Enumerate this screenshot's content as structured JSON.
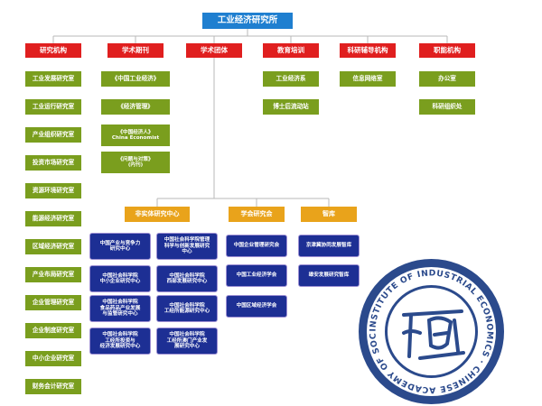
{
  "root": "工业经济研究所",
  "categories": [
    "研究机构",
    "学术期刊",
    "学术团体",
    "教育培训",
    "科研辅导机构",
    "职能机构"
  ],
  "research_units": [
    "工业发展研究室",
    "工业运行研究室",
    "产业组织研究室",
    "投资市场研究室",
    "资源环境研究室",
    "能源经济研究室",
    "区域经济研究室",
    "产业布局研究室",
    "企业管理研究室",
    "企业制度研究室",
    "中小企业研究室",
    "财务会计研究室"
  ],
  "journals": [
    "《中国工业经济》",
    "《经济管理》",
    "《中国经济人》\nChina Economist",
    "《问题与对策》\n(内刊)"
  ],
  "education": [
    "工业经济系",
    "博士后流动站"
  ],
  "research_support": [
    "信息网络室"
  ],
  "functional": [
    "办公室",
    "科研组织处"
  ],
  "academic_groups": [
    "非实体研究中心",
    "学会研究会",
    "智库"
  ],
  "centers_left": [
    "中国产业与竞争力\n研究中心",
    "中国社会科学院\n中小企业研究中心",
    "中国社会科学院\n食品药品产业发展\n与监管研究中心",
    "中国社会科学院\n工经所投资与\n经济发展研究中心"
  ],
  "centers_right": [
    "中国社会科学院管理\n科学与创新发展研究\n中心",
    "中国社会科学院\n西部发展研究中心",
    "中国社会科学院\n工经所能源研究中心",
    "中国社会科学院\n工经所澳门产业发\n展研究中心"
  ],
  "societies": [
    "中国企业管理研究会",
    "中国工业经济学会",
    "中国区域经济学会"
  ],
  "think_tanks": [
    "京津冀协同发展智库",
    "雄安发展研究智库"
  ],
  "logo": {
    "ring_text": "INSTITUTE OF INDUSTRIAL ECONOMICS · CHINESE ACADEMY OF SOCIAL SCIENCES",
    "colors": {
      "ring": "#2b4a8c",
      "fill": "#ffffff"
    }
  },
  "colors": {
    "root": "#1f7fd0",
    "category": "#e01f1f",
    "leaf": "#7a9e1e",
    "group_header": "#e9a31b",
    "center": "#1d2f94",
    "line": "#b8b8b8"
  }
}
